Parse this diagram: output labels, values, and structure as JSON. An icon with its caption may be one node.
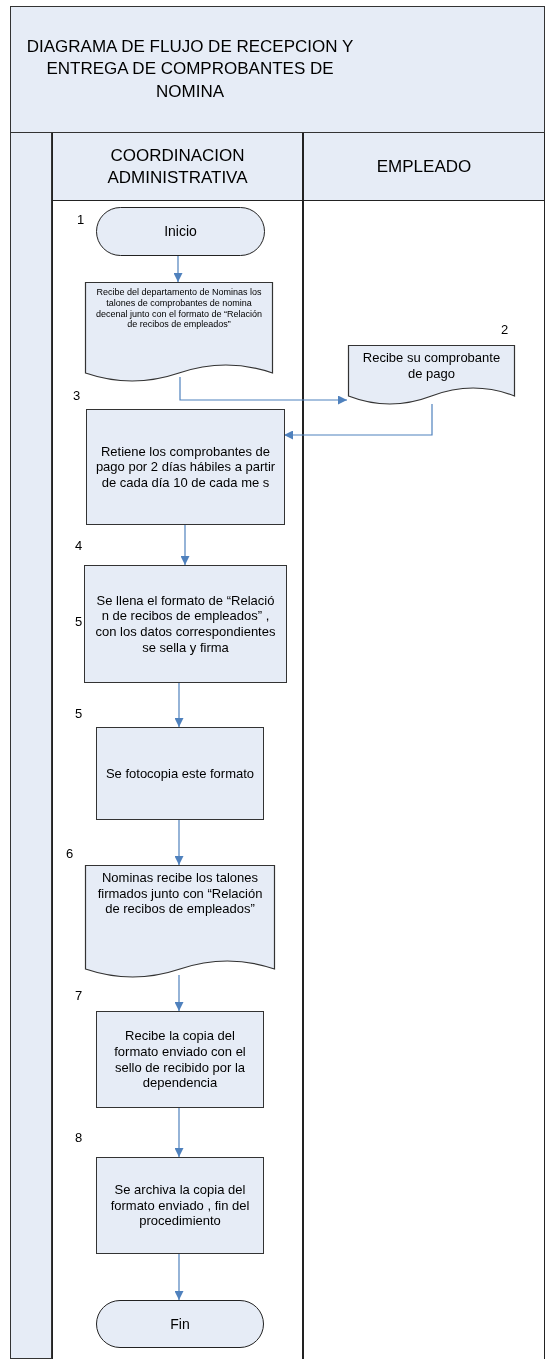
{
  "diagram": {
    "title": "DIAGRAMA DE FLUJO DE RECEPCION Y ENTREGA DE COMPROBANTES DE NOMINA",
    "nodes": [
      {
        "text": [
          "COORDINACION ADMINISTRATIVA"
        ]
      },
      {
        "text": [
          "EMPLEADO"
        ]
      },
      {
        "text": [
          "Inicio"
        ],
        "in": 0,
        "beside": [
          "1"
        ]
      },
      {
        "text": [
          "Recibe del departamento de Nominas los talones de comprobantes de nomina decenal junto con el formato de “Relación de recibos de empleados”"
        ],
        "in": 0
      },
      {
        "text": [
          "Recibe su comprobante de pago"
        ],
        "in": 1,
        "beside": [
          "2"
        ]
      },
      {
        "text": [
          "Retiene los comprobantes de pago por 2 días hábiles a partir de cada día 10 de cada me s"
        ],
        "in": 0,
        "beside": [
          "3"
        ]
      },
      {
        "text": [
          "Se llena el formato de “Relació n de recibos de empleados” , con los datos correspondientes se sella y firma"
        ],
        "in": 0,
        "beside": [
          "4",
          "5"
        ]
      },
      {
        "text": [
          "Se fotocopia este formato"
        ],
        "in": 0,
        "beside": [
          "5"
        ]
      },
      {
        "text": [
          "Nominas recibe los talones firmados junto con “Relación de recibos de empleados”"
        ],
        "in": 0,
        "beside": [
          "6"
        ]
      },
      {
        "text": [
          "Recibe la copia del formato enviado con el sello de recibido por la dependencia"
        ],
        "in": 0,
        "beside": [
          "7"
        ]
      },
      {
        "text": [
          "Se archiva la copia del formato enviado , fin del procedimiento"
        ],
        "in": 0,
        "beside": [
          "8"
        ]
      },
      {
        "text": [
          "Fin"
        ],
        "in": 0
      },
      {
        "text": [],
        "shape": "bar"
      }
    ],
    "edges": [
      {
        "from": 2,
        "to": 3,
        "arrow": "to"
      },
      {
        "from": 3,
        "to": 4,
        "arrow": "to"
      },
      {
        "from": 4,
        "to": 5,
        "arrow": "to"
      },
      {
        "from": 5,
        "to": 6,
        "arrow": "to"
      },
      {
        "from": 6,
        "to": 7,
        "arrow": "to"
      },
      {
        "from": 7,
        "to": 8,
        "arrow": "to"
      },
      {
        "from": 8,
        "to": 9,
        "arrow": "to"
      },
      {
        "from": 9,
        "to": 10,
        "arrow": "to"
      },
      {
        "from": 10,
        "to": 11,
        "arrow": "to"
      }
    ]
  }
}
